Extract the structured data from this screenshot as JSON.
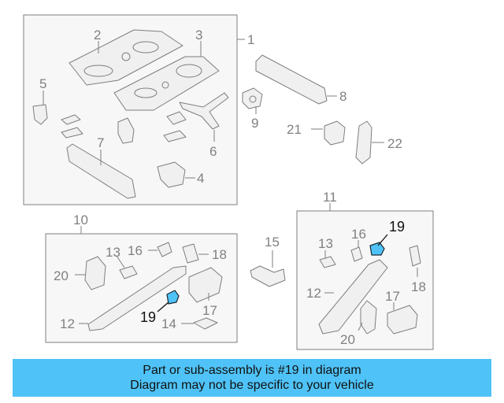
{
  "diagram": {
    "highlight_color": "#4fc3f7",
    "labels": {
      "l1": "1",
      "l2": "2",
      "l3": "3",
      "l4": "4",
      "l5": "5",
      "l6": "6",
      "l7": "7",
      "l8": "8",
      "l9": "9",
      "l10": "10",
      "l11": "11",
      "l12a": "12",
      "l12b": "12",
      "l13a": "13",
      "l13b": "13",
      "l14": "14",
      "l15": "15",
      "l16a": "16",
      "l16b": "16",
      "l17a": "17",
      "l17b": "17",
      "l18a": "18",
      "l18b": "18",
      "l19a": "19",
      "l19b": "19",
      "l20a": "20",
      "l20b": "20",
      "l21": "21",
      "l22": "22"
    }
  },
  "banner": {
    "line1": "Part or sub-assembly is #19 in diagram",
    "line2": "Diagram may not be specific to your vehicle",
    "color": "#4fc3f7"
  }
}
